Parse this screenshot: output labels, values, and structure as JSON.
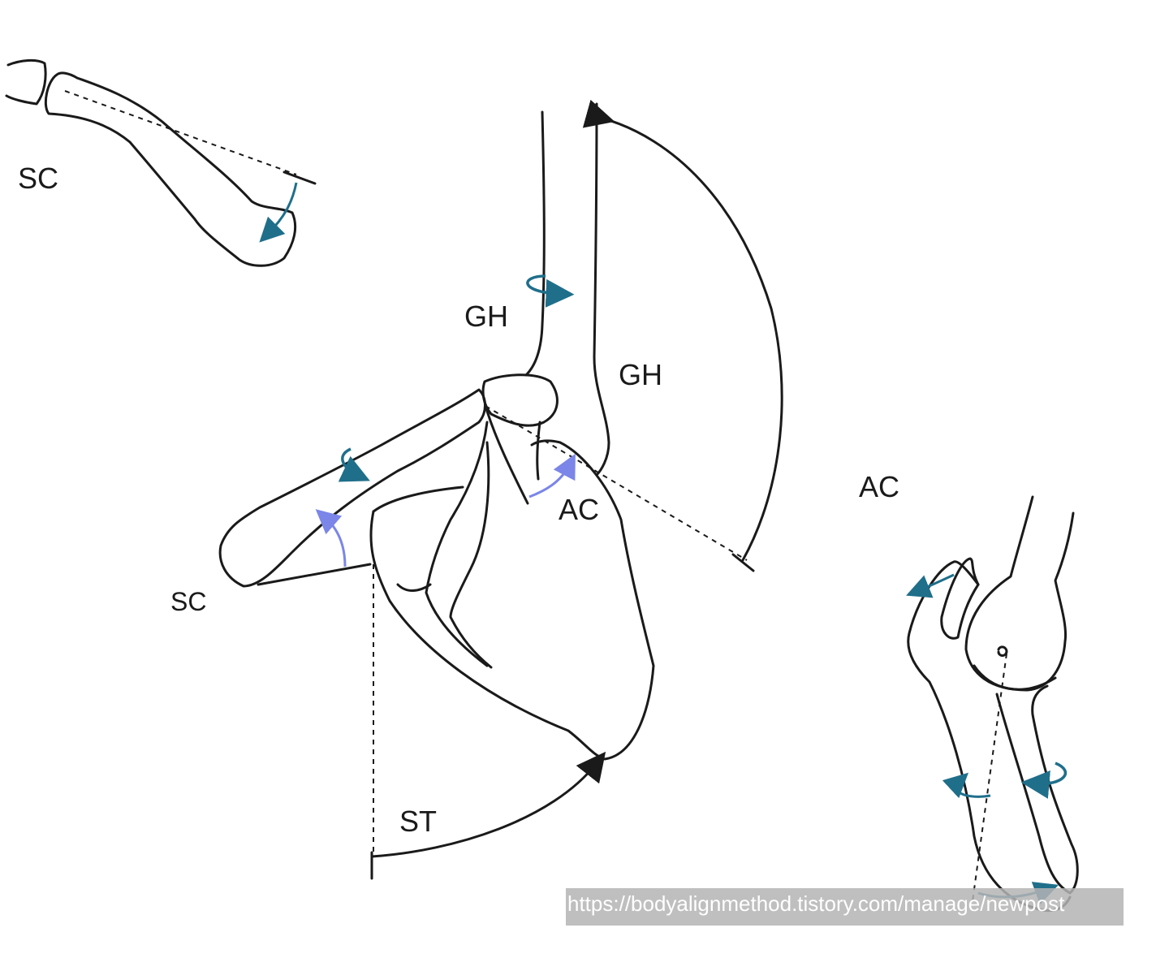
{
  "labels": {
    "sc_top": "SC",
    "sc_left": "SC",
    "gh_top": "GH",
    "gh_right": "GH",
    "ac_center": "AC",
    "ac_right": "AC",
    "st": "ST"
  },
  "watermark": "https://bodyalignmethod.tistory.com/manage/newpost",
  "colors": {
    "line": "#1a1a1a",
    "teal_arrow": "#1f6f8b",
    "blue_arrow": "#7b86e8",
    "watermark_bg": "#b4b4b4"
  }
}
